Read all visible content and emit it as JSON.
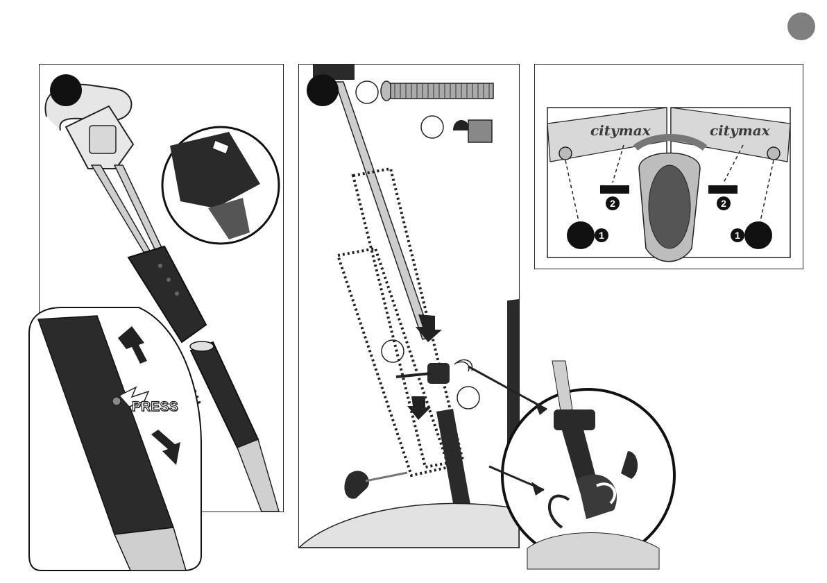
{
  "labels": {
    "press": "PRESS",
    "callout_number_1": "1",
    "callout_number_2": "2",
    "brand_logo": "citymax"
  },
  "colors": {
    "badge_gray": "#7f7f7f",
    "tube_dark": "#2a2a2a",
    "handle_light": "#e4e4e4",
    "outline": "#1a1a1a"
  },
  "icons": {
    "page_badge": "gray-circle",
    "step_markers": "black-circle",
    "part_markers": "empty-circle",
    "arrows": "motion-arrow",
    "rotate": "rotate-arrow"
  }
}
